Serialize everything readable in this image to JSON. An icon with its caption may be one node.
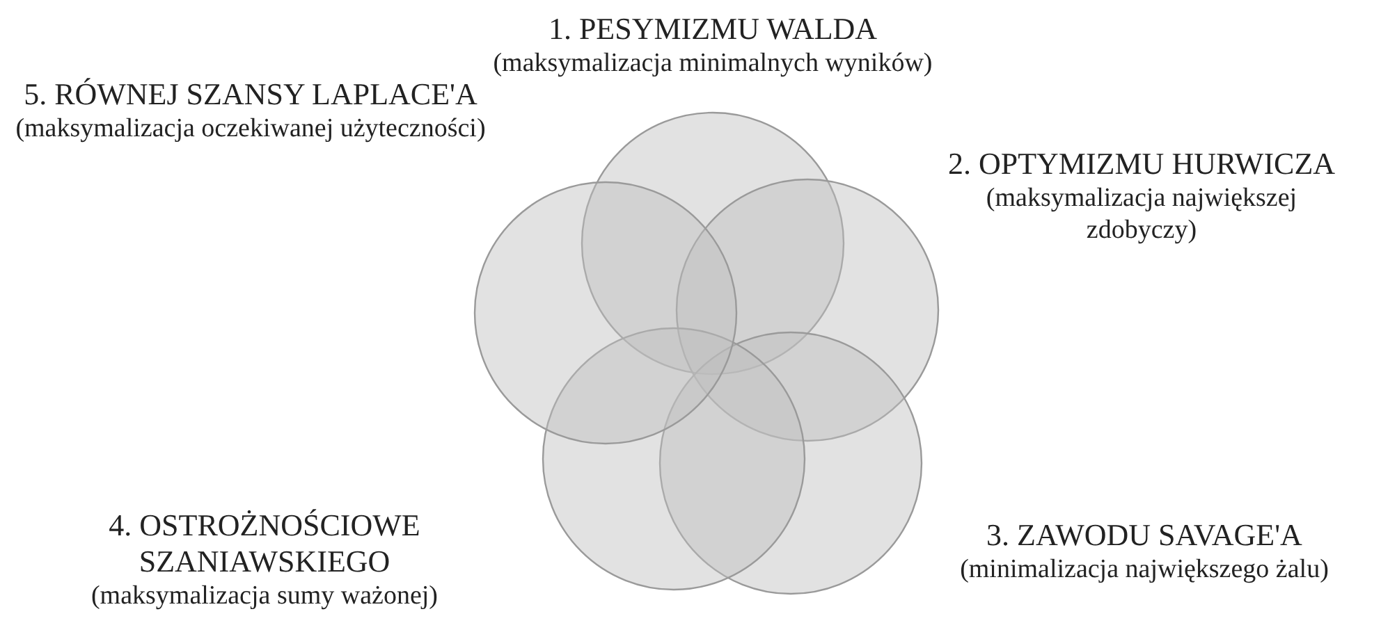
{
  "diagram": {
    "nodes": [
      {
        "text": [],
        "shape": "circle",
        "beside": [
          "1. PESYMIZMU WALDA",
          "(maksymalizacja minimalnych wyników)"
        ]
      },
      {
        "text": [],
        "shape": "circle",
        "beside": [
          "2. OPTYMIZMU HURWICZA",
          "(maksymalizacja największej zdobyczy)"
        ]
      },
      {
        "text": [],
        "shape": "circle",
        "beside": [
          "3. ZAWODU SAVAGE'A",
          "(minimalizacja największego żalu)"
        ]
      },
      {
        "text": [],
        "shape": "circle",
        "beside": [
          "4. OSTROŻNOŚCIOWE SZANIAWSKIEGO",
          "(maksymalizacja sumy ważonej)"
        ]
      },
      {
        "text": [],
        "shape": "circle",
        "beside": [
          "5. RÓWNEJ SZANSY LAPLACE'A",
          "(maksymalizacja oczekiwanej użyteczności)"
        ]
      }
    ]
  }
}
